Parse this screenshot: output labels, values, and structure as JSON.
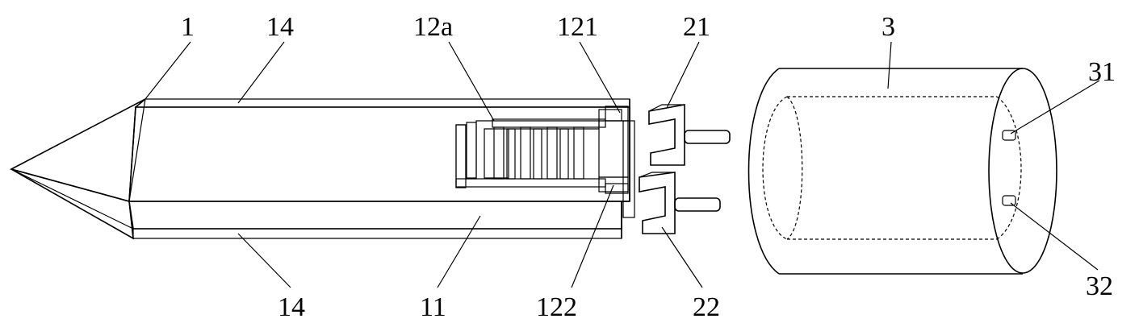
{
  "labels": {
    "l1": "1",
    "l14_top": "14",
    "l12a": "12a",
    "l121": "121",
    "l21": "21",
    "l3": "3",
    "l31": "31",
    "l32": "32",
    "l22": "22",
    "l122": "122",
    "l11": "11",
    "l14_bottom": "14"
  }
}
